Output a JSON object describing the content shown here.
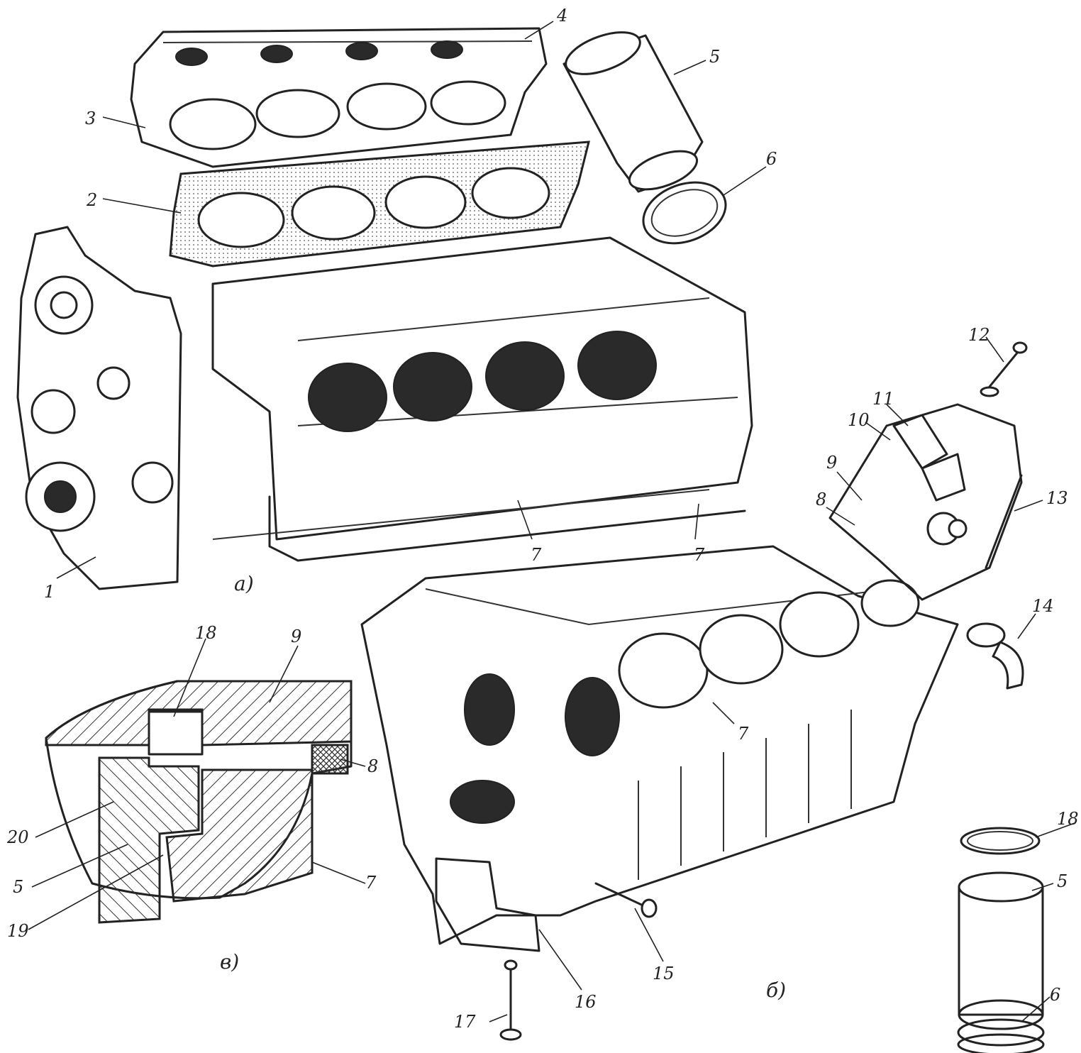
{
  "figure": {
    "callouts": [
      "1",
      "2",
      "3",
      "4",
      "5",
      "6",
      "7",
      "7",
      "7",
      "8",
      "9",
      "10",
      "11",
      "12",
      "13",
      "14",
      "15",
      "16",
      "17",
      "18",
      "5",
      "6",
      "18",
      "9",
      "8",
      "20",
      "5",
      "7",
      "19"
    ],
    "sublabels": [
      "а)",
      "б)",
      "в)"
    ]
  }
}
